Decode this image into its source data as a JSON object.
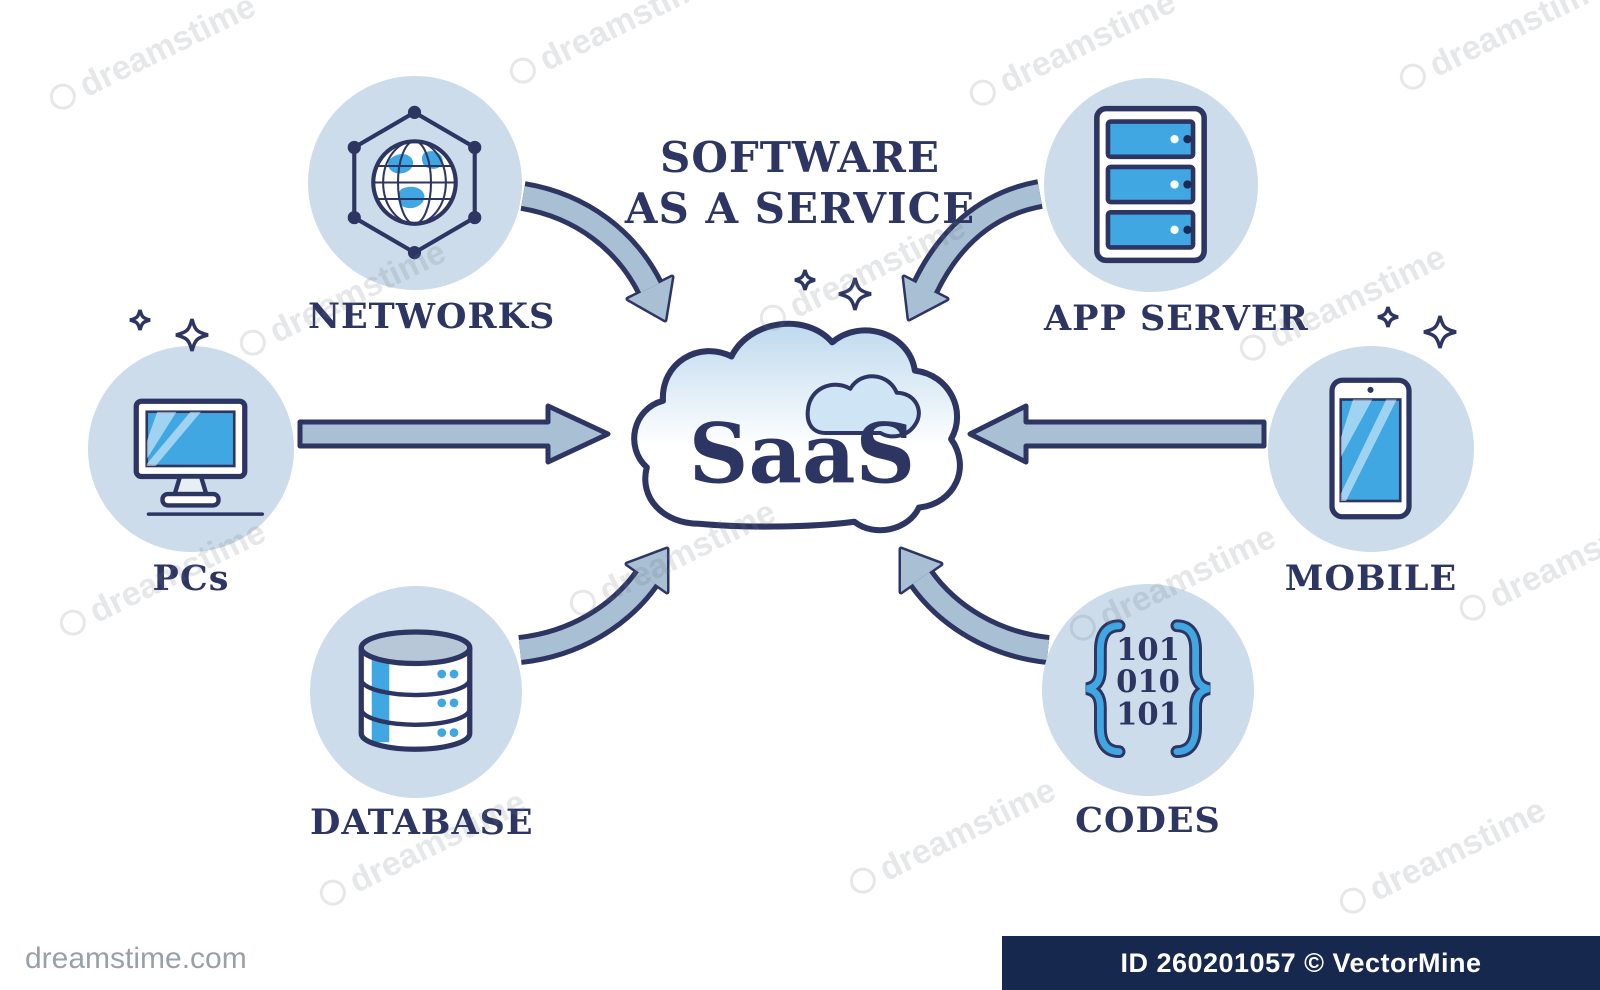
{
  "title": {
    "line1": "SOFTWARE",
    "line2": "AS A SERVICE"
  },
  "cloud": {
    "label": "SaaS"
  },
  "nodes": {
    "networks": {
      "label": "NETWORKS"
    },
    "pcs": {
      "label": "PCs"
    },
    "database": {
      "label": "DATABASE"
    },
    "app_server": {
      "label": "APP SERVER"
    },
    "mobile": {
      "label": "MOBILE"
    },
    "codes": {
      "label": "CODES",
      "binary": [
        "101",
        "010",
        "101"
      ]
    }
  },
  "watermark": {
    "text": "dreamstime",
    "site": "dreamstime.com",
    "credit": "ID 260201057 © VectorMine"
  },
  "colors": {
    "outline": "#2d3563",
    "accent": "#41a7e2",
    "node_fill": "#ccdcea",
    "arrow_fill": "#a9bfd3",
    "credit_bar": "#16284d"
  }
}
